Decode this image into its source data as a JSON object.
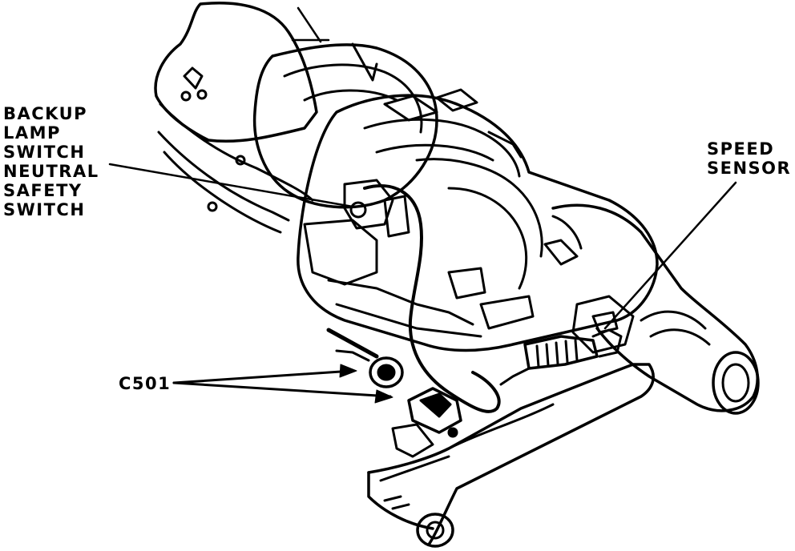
{
  "labels": {
    "backup_neutral": [
      "BACKUP",
      "LAMP",
      "SWITCH",
      "NEUTRAL",
      "SAFETY",
      "SWITCH"
    ],
    "speed_sensor": [
      "SPEED",
      "SENSOR"
    ],
    "c501": "C501"
  },
  "colors": {
    "ink": "#000000",
    "paper": "#ffffff"
  }
}
